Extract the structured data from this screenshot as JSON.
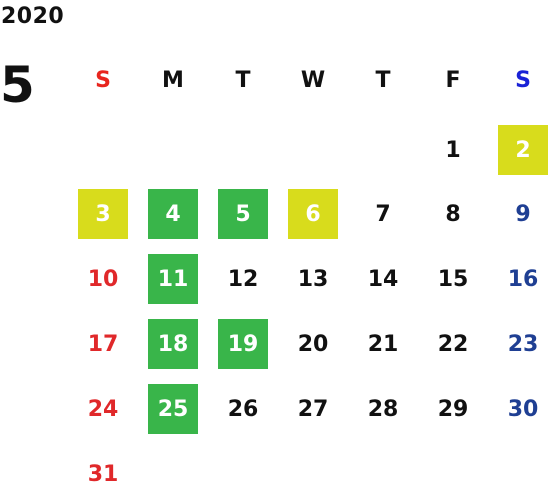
{
  "calendar": {
    "year": "2020",
    "month": "5",
    "weekdays": [
      "S",
      "M",
      "T",
      "W",
      "T",
      "F",
      "S"
    ],
    "weekday_colors": [
      "#e8251e",
      "#111111",
      "#111111",
      "#111111",
      "#111111",
      "#111111",
      "#1a22d6"
    ],
    "colors": {
      "sunday": "#e0282a",
      "saturday": "#1f3f93",
      "weekday": "#111111",
      "highlight_yellow": "#d8dc1c",
      "highlight_green": "#39b54a",
      "highlight_text": "#ffffff"
    },
    "days": [
      {
        "label": "1",
        "col": 5,
        "row": 0
      },
      {
        "label": "2",
        "col": 6,
        "row": 0,
        "highlight": "yellow"
      },
      {
        "label": "3",
        "col": 0,
        "row": 1,
        "highlight": "yellow"
      },
      {
        "label": "4",
        "col": 1,
        "row": 1,
        "highlight": "green"
      },
      {
        "label": "5",
        "col": 2,
        "row": 1,
        "highlight": "green"
      },
      {
        "label": "6",
        "col": 3,
        "row": 1,
        "highlight": "yellow"
      },
      {
        "label": "7",
        "col": 4,
        "row": 1
      },
      {
        "label": "8",
        "col": 5,
        "row": 1
      },
      {
        "label": "9",
        "col": 6,
        "row": 1
      },
      {
        "label": "10",
        "col": 0,
        "row": 2
      },
      {
        "label": "11",
        "col": 1,
        "row": 2,
        "highlight": "green"
      },
      {
        "label": "12",
        "col": 2,
        "row": 2
      },
      {
        "label": "13",
        "col": 3,
        "row": 2
      },
      {
        "label": "14",
        "col": 4,
        "row": 2
      },
      {
        "label": "15",
        "col": 5,
        "row": 2
      },
      {
        "label": "16",
        "col": 6,
        "row": 2
      },
      {
        "label": "17",
        "col": 0,
        "row": 3
      },
      {
        "label": "18",
        "col": 1,
        "row": 3,
        "highlight": "green"
      },
      {
        "label": "19",
        "col": 2,
        "row": 3,
        "highlight": "green"
      },
      {
        "label": "20",
        "col": 3,
        "row": 3
      },
      {
        "label": "21",
        "col": 4,
        "row": 3
      },
      {
        "label": "22",
        "col": 5,
        "row": 3
      },
      {
        "label": "23",
        "col": 6,
        "row": 3
      },
      {
        "label": "24",
        "col": 0,
        "row": 4
      },
      {
        "label": "25",
        "col": 1,
        "row": 4,
        "highlight": "green"
      },
      {
        "label": "26",
        "col": 2,
        "row": 4
      },
      {
        "label": "27",
        "col": 3,
        "row": 4
      },
      {
        "label": "28",
        "col": 4,
        "row": 4
      },
      {
        "label": "29",
        "col": 5,
        "row": 4
      },
      {
        "label": "30",
        "col": 6,
        "row": 4
      },
      {
        "label": "31",
        "col": 0,
        "row": 5
      }
    ]
  }
}
